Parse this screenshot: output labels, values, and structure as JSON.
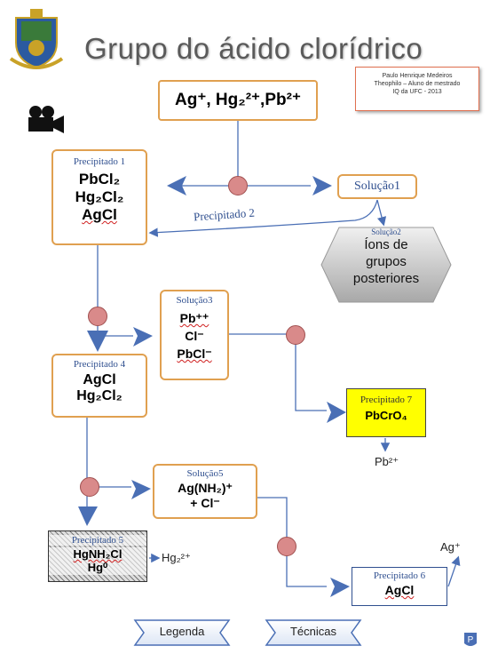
{
  "header": {
    "title": "Grupo do ácido clorídrico",
    "credit_line1": "Paulo Henrique Medeiros",
    "credit_line2": "Theophilo – Aluno de mestrado",
    "credit_line3": "IQ da UFC - 2013"
  },
  "nodes": {
    "top_ions": "Ag⁺, Hg₂²⁺,Pb²⁺",
    "precip1": {
      "label": "Precipitado 1",
      "l1": "PbCl₂",
      "l2": "Hg₂Cl₂",
      "l3": "AgCl"
    },
    "sol1": {
      "label": "Solução1"
    },
    "precip2_label": "Precipitado 2",
    "sol2": {
      "label": "Solução2",
      "l1": "Íons de",
      "l2": "grupos",
      "l3": "posteriores"
    },
    "sol3": {
      "label": "Solução3",
      "l1": "Pb⁺⁺",
      "l2": "Cl⁻",
      "l3": "PbCl⁻"
    },
    "precip4": {
      "label": "Precipitado 4",
      "l1": "AgCl",
      "l2": "Hg₂Cl₂"
    },
    "precip7": {
      "label": "Precipitado 7",
      "l1": "PbCrO₄"
    },
    "pb_ion": "Pb²⁺",
    "sol5": {
      "label": "Solução5",
      "l1": "Ag(NH₂)⁺",
      "l2": "+ Cl⁻"
    },
    "precip5": {
      "label": "Precipitado 5",
      "l1": "HgNH₂Cl",
      "l2": "Hg⁰"
    },
    "hg_ion": "Hg₂²⁺",
    "ag_ion": "Ag⁺",
    "precip6": {
      "label": "Precipitado 6",
      "l1": "AgCl"
    }
  },
  "buttons": {
    "legenda": "Legenda",
    "tecnicas": "Técnicas"
  },
  "colors": {
    "accent_blue": "#4a6fb5",
    "node_border": "#e0a050",
    "circle": "#d98a8a",
    "precip7_fill": "#ffff00"
  }
}
